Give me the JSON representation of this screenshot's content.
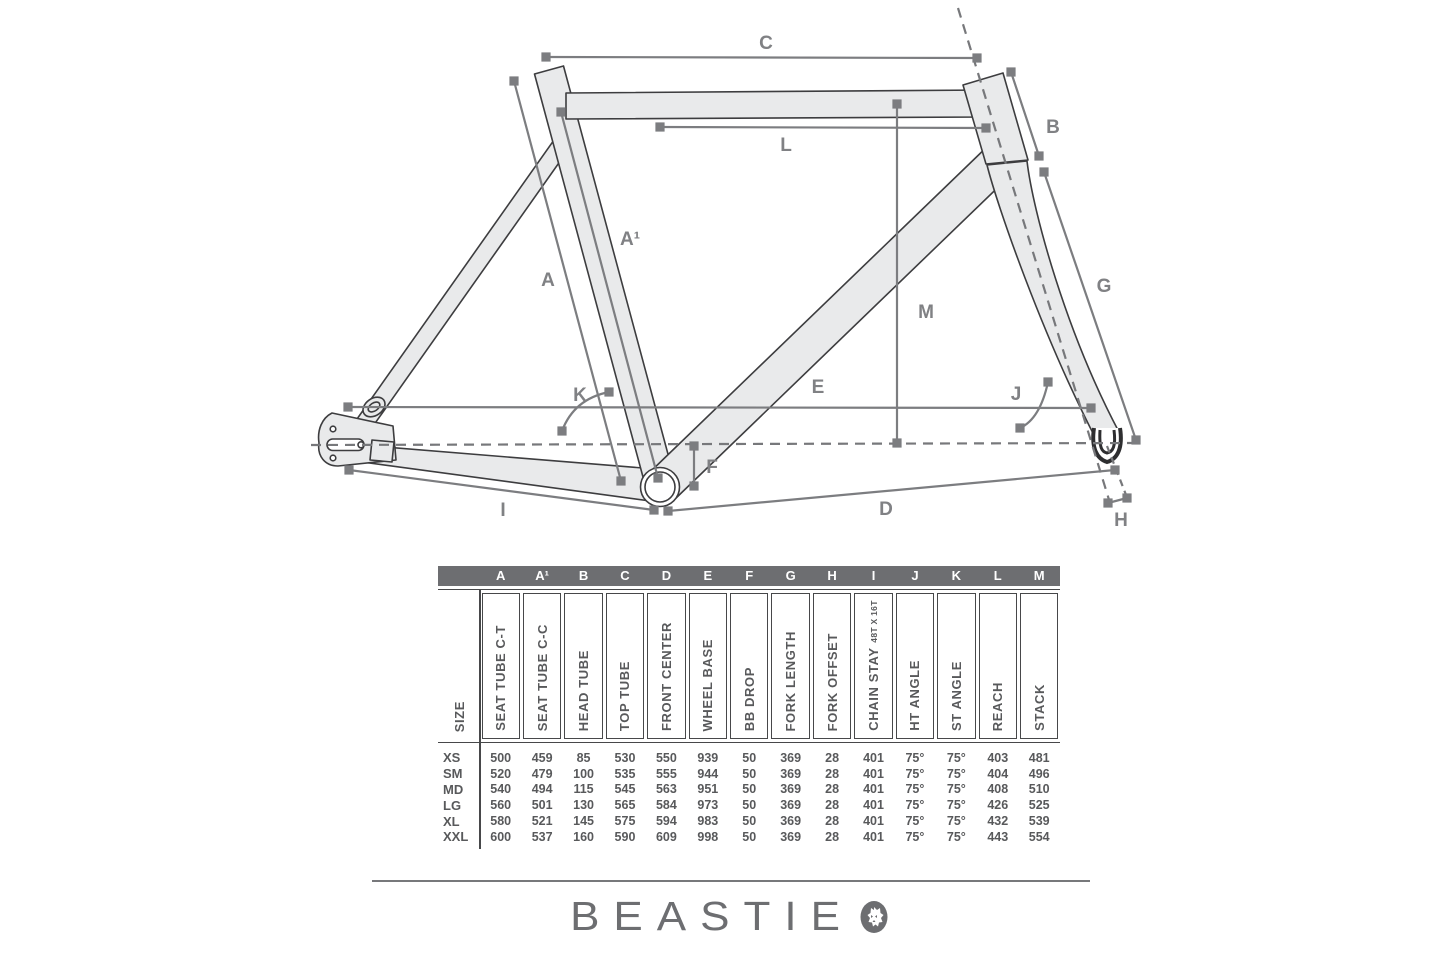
{
  "diagram": {
    "labels": {
      "c": "C",
      "l": "L",
      "b": "B",
      "g": "G",
      "a": "A",
      "a1": "A¹",
      "m": "M",
      "e": "E",
      "k": "K",
      "j": "J",
      "f": "F",
      "i": "I",
      "d": "D",
      "h": "H"
    }
  },
  "table": {
    "size_header": "SIZE",
    "letters": [
      "A",
      "A¹",
      "B",
      "C",
      "D",
      "E",
      "F",
      "G",
      "H",
      "I",
      "J",
      "K",
      "L",
      "M"
    ],
    "columns": [
      {
        "letter": "A",
        "label": "SEAT TUBE C-T",
        "sub": ""
      },
      {
        "letter": "A¹",
        "label": "SEAT TUBE C-C",
        "sub": ""
      },
      {
        "letter": "B",
        "label": "HEAD TUBE",
        "sub": ""
      },
      {
        "letter": "C",
        "label": "TOP TUBE",
        "sub": ""
      },
      {
        "letter": "D",
        "label": "FRONT CENTER",
        "sub": ""
      },
      {
        "letter": "E",
        "label": "WHEEL BASE",
        "sub": ""
      },
      {
        "letter": "F",
        "label": "BB DROP",
        "sub": ""
      },
      {
        "letter": "G",
        "label": "FORK LENGTH",
        "sub": ""
      },
      {
        "letter": "H",
        "label": "FORK OFFSET",
        "sub": ""
      },
      {
        "letter": "I",
        "label": "CHAIN STAY",
        "sub": "48T X 16T"
      },
      {
        "letter": "J",
        "label": "HT ANGLE",
        "sub": ""
      },
      {
        "letter": "K",
        "label": "ST ANGLE",
        "sub": ""
      },
      {
        "letter": "L",
        "label": "REACH",
        "sub": ""
      },
      {
        "letter": "M",
        "label": "STACK",
        "sub": ""
      }
    ],
    "rows": [
      {
        "size": "XS",
        "values": [
          "500",
          "459",
          "85",
          "530",
          "550",
          "939",
          "50",
          "369",
          "28",
          "401",
          "75°",
          "75°",
          "403",
          "481"
        ]
      },
      {
        "size": "SM",
        "values": [
          "520",
          "479",
          "100",
          "535",
          "555",
          "944",
          "50",
          "369",
          "28",
          "401",
          "75°",
          "75°",
          "404",
          "496"
        ]
      },
      {
        "size": "MD",
        "values": [
          "540",
          "494",
          "115",
          "545",
          "563",
          "951",
          "50",
          "369",
          "28",
          "401",
          "75°",
          "75°",
          "408",
          "510"
        ]
      },
      {
        "size": "LG",
        "values": [
          "560",
          "501",
          "130",
          "565",
          "584",
          "973",
          "50",
          "369",
          "28",
          "401",
          "75°",
          "75°",
          "426",
          "525"
        ]
      },
      {
        "size": "XL",
        "values": [
          "580",
          "521",
          "145",
          "575",
          "594",
          "983",
          "50",
          "369",
          "28",
          "401",
          "75°",
          "75°",
          "432",
          "539"
        ]
      },
      {
        "size": "XXL",
        "values": [
          "600",
          "537",
          "160",
          "590",
          "609",
          "998",
          "50",
          "369",
          "28",
          "401",
          "75°",
          "75°",
          "443",
          "554"
        ]
      }
    ]
  },
  "footer": {
    "brand": "BEASTIE",
    "logo": "beast-head-badge"
  },
  "colors": {
    "frame_fill": "#e9eaeb",
    "frame_outline": "#3d3d3f",
    "dimension_gray": "#7c7d80",
    "table_header_bar": "#6d6e71",
    "table_text": "#58595b",
    "brand_gray": "#6d6e71"
  }
}
